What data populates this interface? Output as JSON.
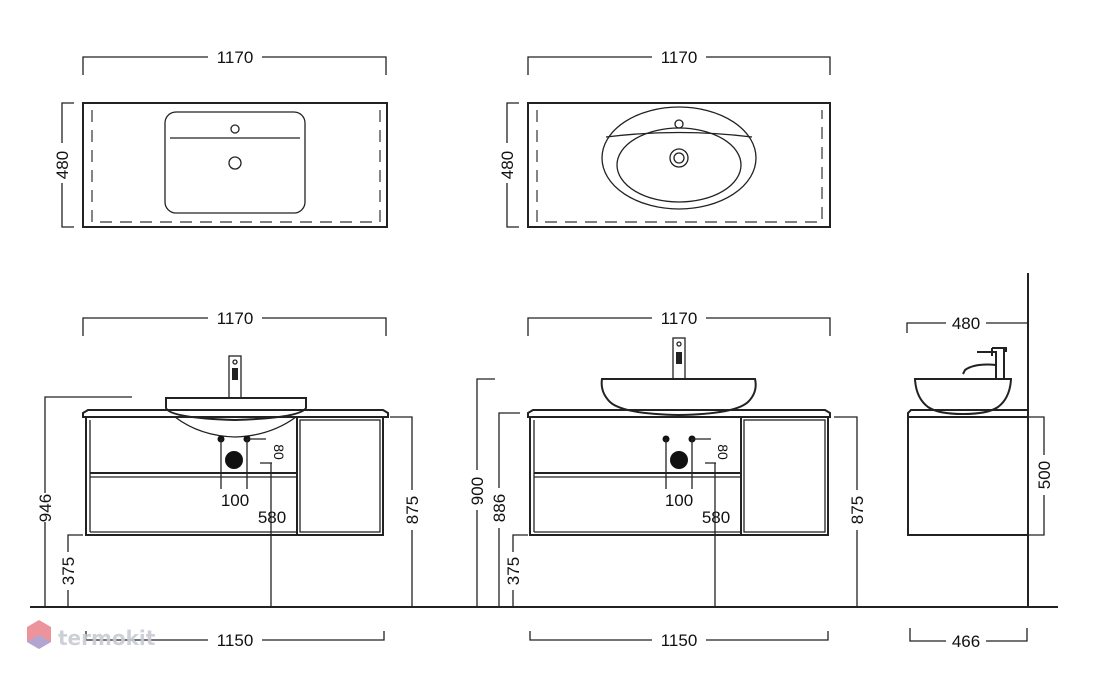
{
  "brand": {
    "name": "termokit",
    "logo_colors": [
      "#e3606d",
      "#9aa3d9"
    ]
  },
  "top_views": {
    "left": {
      "width": "1170",
      "depth": "480"
    },
    "right": {
      "width": "1170",
      "depth": "480"
    }
  },
  "front_left": {
    "top_width": "1170",
    "total_height": "946",
    "floor_offset": "375",
    "cabinet_top": "875",
    "bottom_width": "1150",
    "hole_spacing": "100",
    "hole_offset": "80",
    "drain_height": "580"
  },
  "front_right": {
    "top_width": "1170",
    "height_900": "900",
    "height_886": "886",
    "floor_offset": "375",
    "cabinet_top": "875",
    "bottom_width": "1150",
    "hole_spacing": "100",
    "hole_offset": "80",
    "drain_height": "580"
  },
  "side_view": {
    "depth_top": "480",
    "cabinet_height": "500",
    "depth_bottom": "466"
  }
}
